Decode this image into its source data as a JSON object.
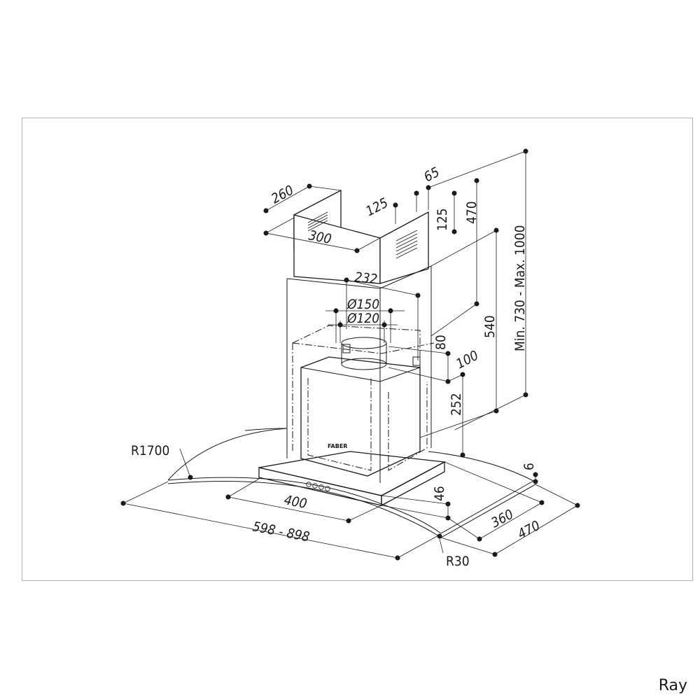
{
  "model_name": "Ray",
  "brand_label": "FABER",
  "dimensions": {
    "chimney_depth": "260",
    "chimney_width": "300",
    "top_offset_a": "125",
    "top_offset_b": "65",
    "top_height": "125",
    "upper_height": "470",
    "chimney_range": "Min. 730 - Max. 1000",
    "outlet_offset": "232",
    "outlet_d150": "Ø150",
    "outlet_d120": "Ø120",
    "outlet_height": "80",
    "outlet_back": "100",
    "motor_height": "540",
    "box_height": "252",
    "glass_radius": "R1700",
    "glass_thickness": "6",
    "base_height": "46",
    "base_width": "400",
    "base_depth": "360",
    "total_width": "598 - 898",
    "total_depth": "470",
    "corner_radius": "R30"
  }
}
